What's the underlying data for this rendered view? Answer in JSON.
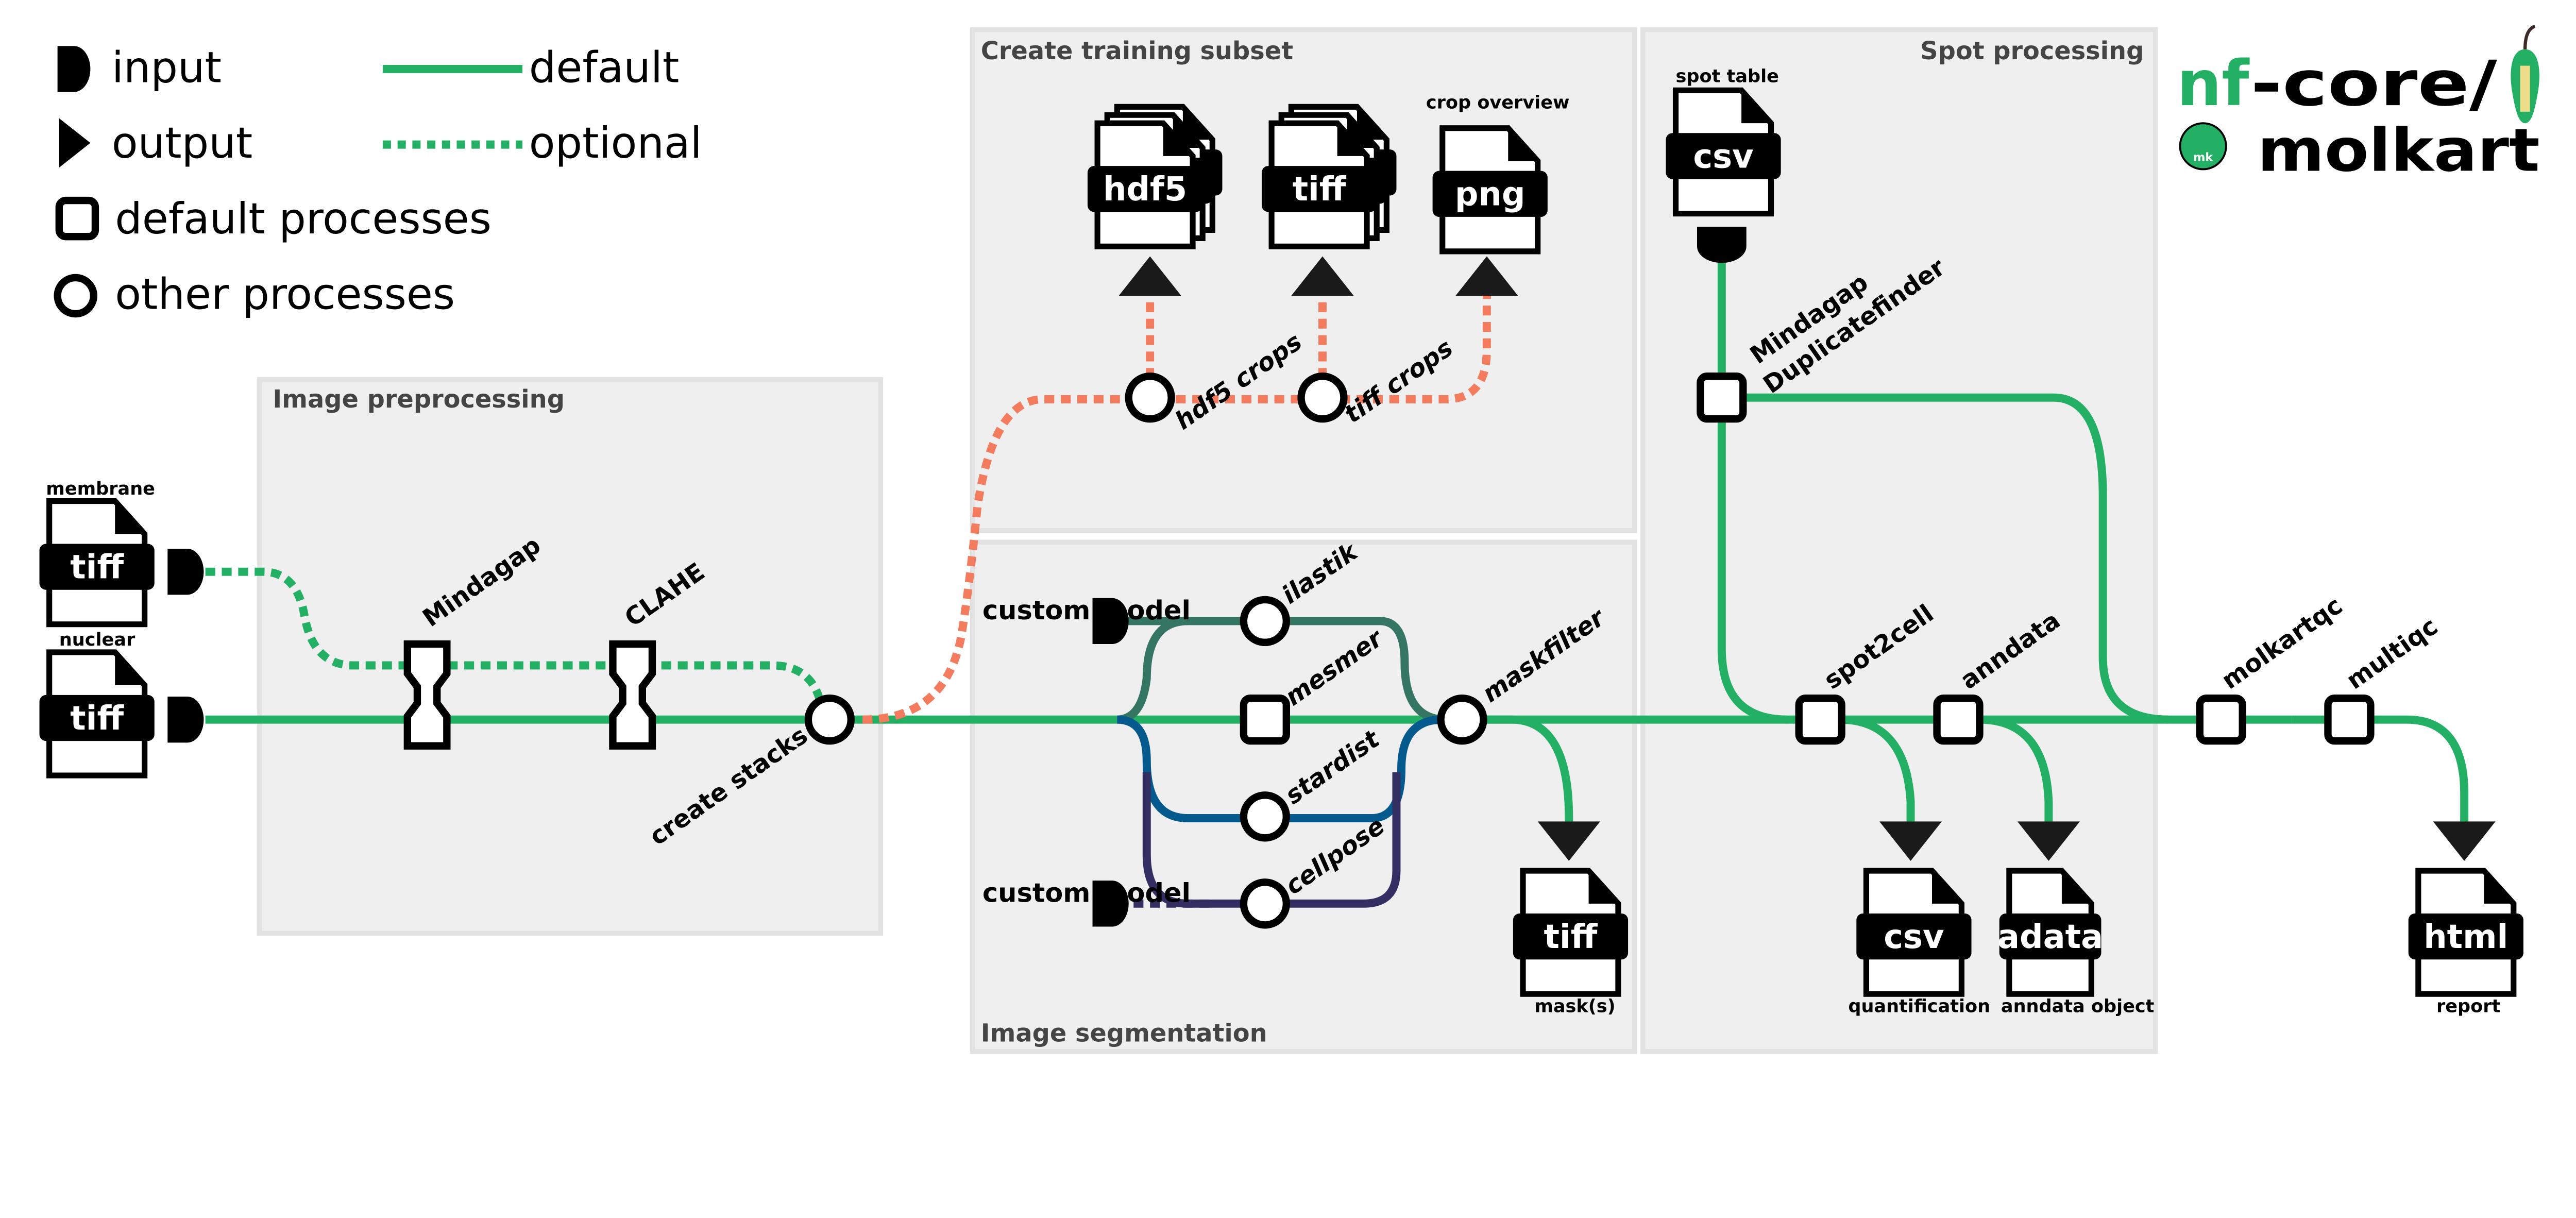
{
  "legend": {
    "input": "input",
    "output": "output",
    "default_processes": "default processes",
    "other_processes": "other processes",
    "default": "default",
    "optional": "optional"
  },
  "colors": {
    "default": "#24B064",
    "training": "#F47C5E",
    "ilastik": "#357663",
    "stardist": "#045A8D",
    "cellpose": "#342F62",
    "group_bg": "#EFEFEF"
  },
  "logo": {
    "nf": "nf",
    "core": "-core/",
    "name": "molkart",
    "badge": "mk"
  },
  "groups": {
    "preprocessing": "Image preprocessing",
    "training": "Create training subset",
    "segmentation": "Image segmentation",
    "spot": "Spot processing"
  },
  "inputs": {
    "membrane": {
      "label": "membrane",
      "type": "tiff"
    },
    "nuclear": {
      "label": "nuclear",
      "type": "tiff"
    },
    "spot_table": {
      "label": "spot table",
      "type": "csv"
    },
    "custom_model_1": "custom model",
    "custom_model_2": "custom model"
  },
  "processes": {
    "mindagap": "Mindagap",
    "clahe": "CLAHE",
    "create_stacks": "create stacks",
    "hdf5_crops": "hdf5 crops",
    "tiff_crops": "tiff crops",
    "ilastik": "ilastik",
    "mesmer": "mesmer",
    "stardist": "stardist",
    "cellpose": "cellpose",
    "maskfilter": "maskfilter",
    "duplicatefinder_1": "Mindagap",
    "duplicatefinder_2": "Duplicatefinder",
    "spot2cell": "spot2cell",
    "anndata": "anndata",
    "molkartqc": "molkartqc",
    "multiqc": "multiqc"
  },
  "outputs": {
    "hdf5": {
      "type": "hdf5"
    },
    "tiff": {
      "type": "tiff"
    },
    "png": {
      "type": "png",
      "label": "crop overview"
    },
    "mask": {
      "type": "tiff",
      "label": "mask(s)"
    },
    "csv": {
      "type": "csv",
      "label": "quantification"
    },
    "adata": {
      "type": "adata",
      "label": "anndata object"
    },
    "html": {
      "type": "html",
      "label": "report"
    }
  }
}
